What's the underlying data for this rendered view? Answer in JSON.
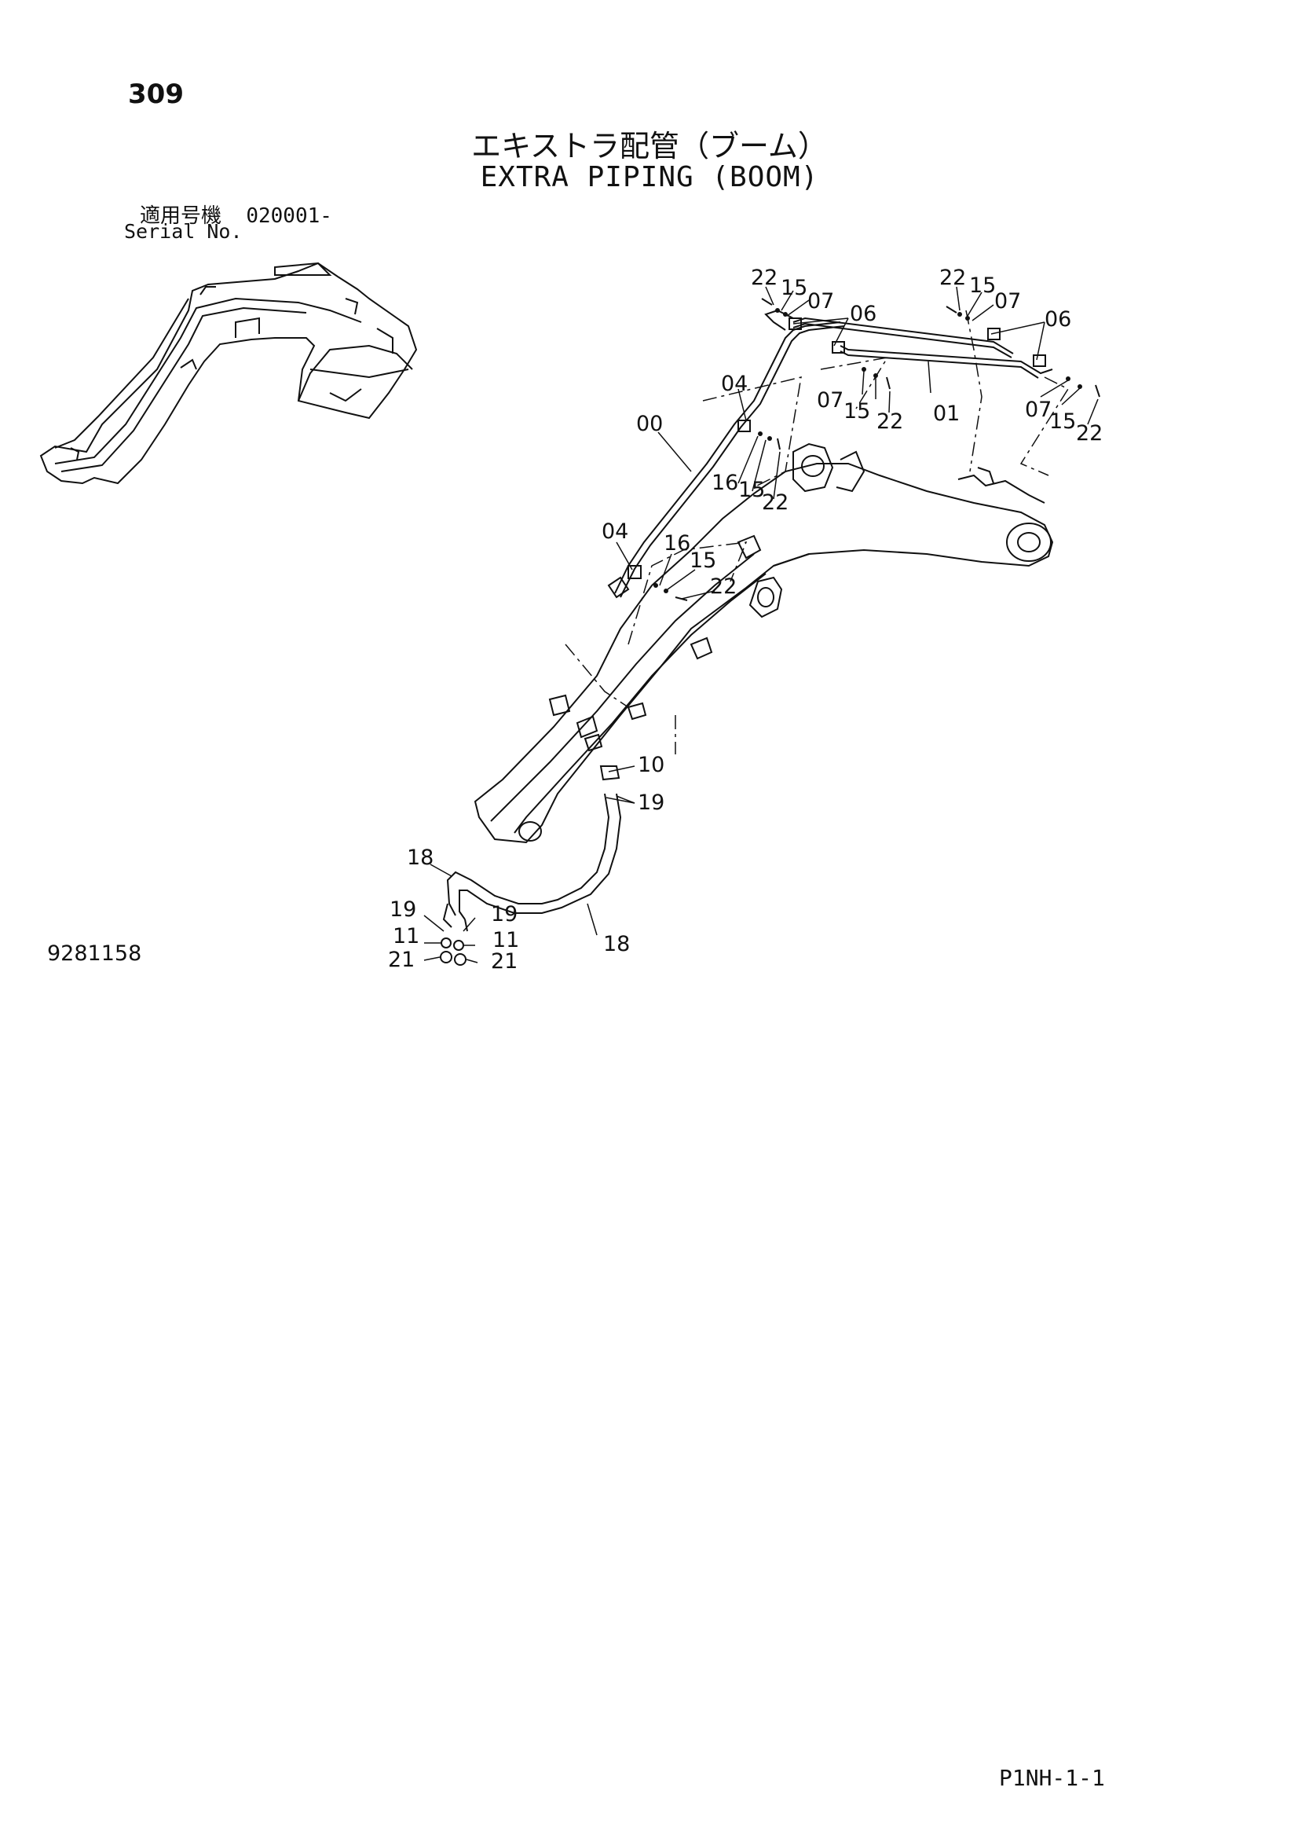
{
  "header": {
    "page_number": "309",
    "title_jp": "エキストラ配管（ブーム）",
    "title_en": "EXTRA PIPING (BOOM)",
    "serial_label_jp": "適用号機",
    "serial_value": "020001-",
    "serial_label_en": "Serial No."
  },
  "figure_id": "9281158",
  "sheet_code": "P1NH-1-1",
  "callouts": [
    {
      "id": "c-22a",
      "text": "22"
    },
    {
      "id": "c-15a",
      "text": "15"
    },
    {
      "id": "c-07a",
      "text": "07"
    },
    {
      "id": "c-06a",
      "text": "06"
    },
    {
      "id": "c-22b",
      "text": "22"
    },
    {
      "id": "c-15b",
      "text": "15"
    },
    {
      "id": "c-07b",
      "text": "07"
    },
    {
      "id": "c-06b",
      "text": "06"
    },
    {
      "id": "c-04a",
      "text": "04"
    },
    {
      "id": "c-07c",
      "text": "07"
    },
    {
      "id": "c-15c",
      "text": "15"
    },
    {
      "id": "c-22c",
      "text": "22"
    },
    {
      "id": "c-01",
      "text": "01"
    },
    {
      "id": "c-07d",
      "text": "07"
    },
    {
      "id": "c-15d",
      "text": "15"
    },
    {
      "id": "c-22d",
      "text": "22"
    },
    {
      "id": "c-00",
      "text": "00"
    },
    {
      "id": "c-16a",
      "text": "16"
    },
    {
      "id": "c-15e",
      "text": "15"
    },
    {
      "id": "c-22e",
      "text": "22"
    },
    {
      "id": "c-04b",
      "text": "04"
    },
    {
      "id": "c-16b",
      "text": "16"
    },
    {
      "id": "c-15f",
      "text": "15"
    },
    {
      "id": "c-22f",
      "text": "22"
    },
    {
      "id": "c-10",
      "text": "10"
    },
    {
      "id": "c-19a",
      "text": "19"
    },
    {
      "id": "c-18a",
      "text": "18"
    },
    {
      "id": "c-19b",
      "text": "19"
    },
    {
      "id": "c-19c",
      "text": "19"
    },
    {
      "id": "c-11a",
      "text": "11"
    },
    {
      "id": "c-11b",
      "text": "11"
    },
    {
      "id": "c-21a",
      "text": "21"
    },
    {
      "id": "c-21b",
      "text": "21"
    },
    {
      "id": "c-18b",
      "text": "18"
    }
  ]
}
